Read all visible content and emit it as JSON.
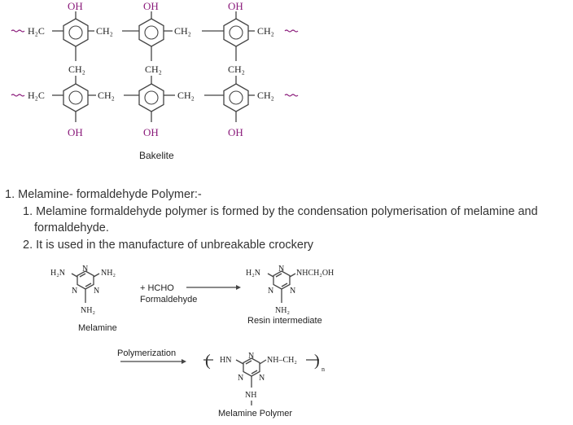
{
  "bakelite": {
    "oh": "OH",
    "h2c": "H₂C",
    "ch2": "CH₂",
    "caption": "Bakelite"
  },
  "list": {
    "item1": "1. Melamine- formaldehyde Polymer:-",
    "sub1_line1": "1. Melamine formaldehyde polymer is formed by the condensation polymerisation of melamine and",
    "sub1_line2": "formaldehyde.",
    "sub2": "2. It is used in the manufacture of unbreakable crockery"
  },
  "melamine": {
    "h2n": "H₂N",
    "nh2": "NH₂",
    "n": "N",
    "name": "Melamine",
    "reagent": "+ HCHO",
    "reagent_name": "Formaldehyde",
    "nhch2oh": "NHCH₂OH",
    "intermediate": "Resin intermediate",
    "process": "Polymerization",
    "hn": "HN",
    "nhch2": "NH–CH₂",
    "nh": "NH",
    "n_sub": "n",
    "polymer": "Melamine Polymer"
  }
}
